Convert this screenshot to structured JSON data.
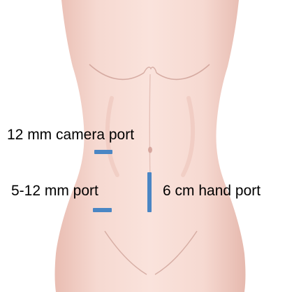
{
  "labels": {
    "camera_port": "12 mm camera port",
    "small_port": "5-12 mm port",
    "hand_port": "6 cm hand port"
  },
  "colors": {
    "background": "#ffffff",
    "skin": "#f6d8d0",
    "skin_shadow": "#e4b4aa",
    "skin_line": "#c99a90",
    "incision": "#4a86c4",
    "text": "#000000"
  }
}
